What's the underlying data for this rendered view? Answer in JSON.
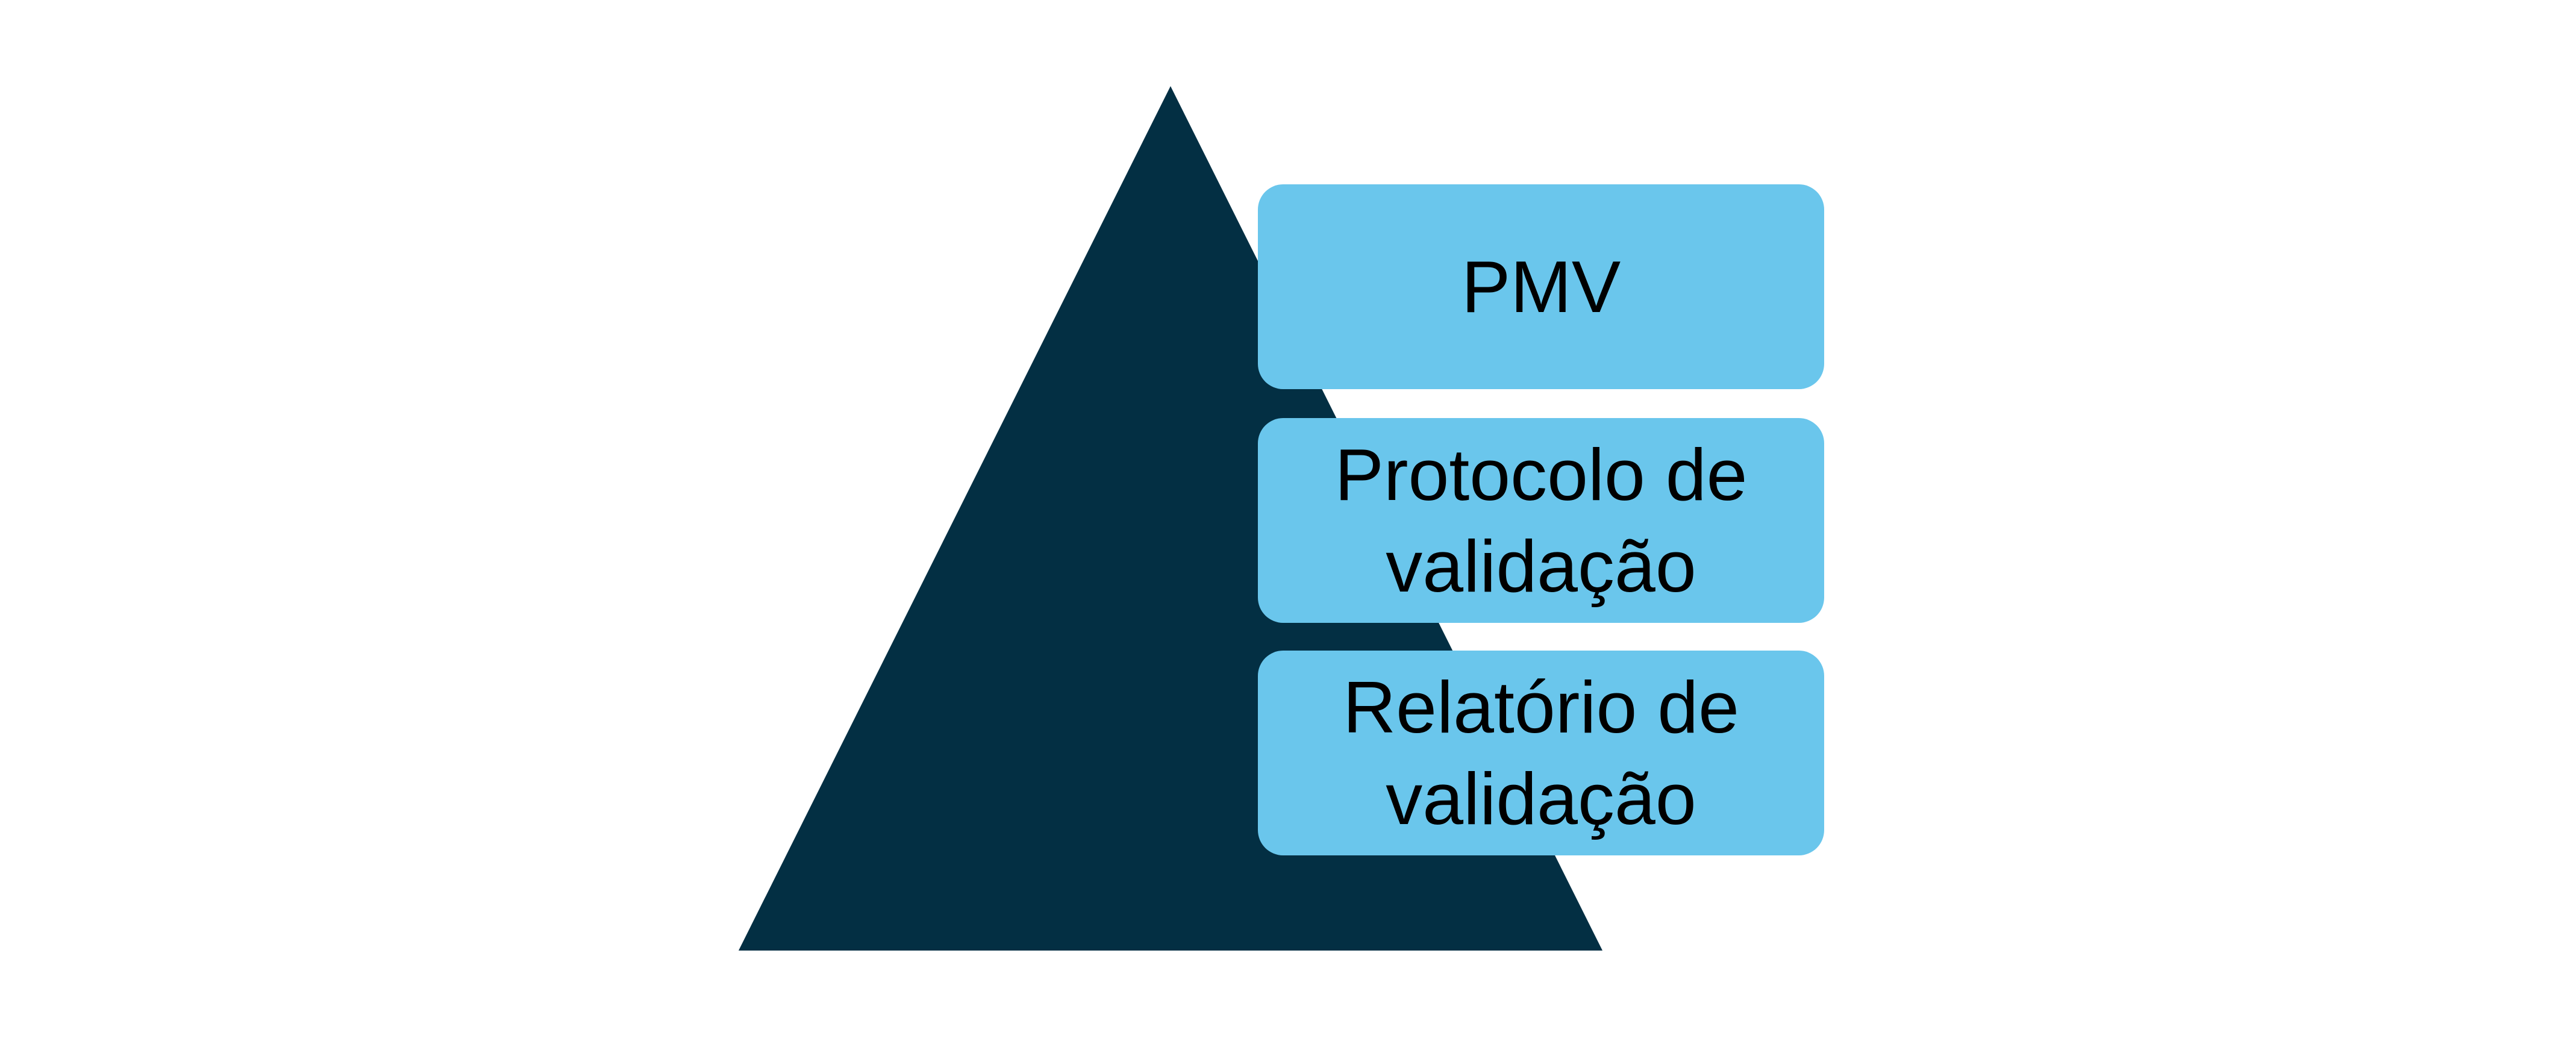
{
  "diagram": {
    "type": "pyramid-list",
    "levels": [
      {
        "label": "PMV"
      },
      {
        "label": "Protocolo de validação"
      },
      {
        "label": "Relatório de validação"
      }
    ]
  },
  "colors": {
    "background": "#ffffff",
    "pyramid": "#032f43",
    "box_fill": "#6ac6ec",
    "text": "#000000"
  }
}
